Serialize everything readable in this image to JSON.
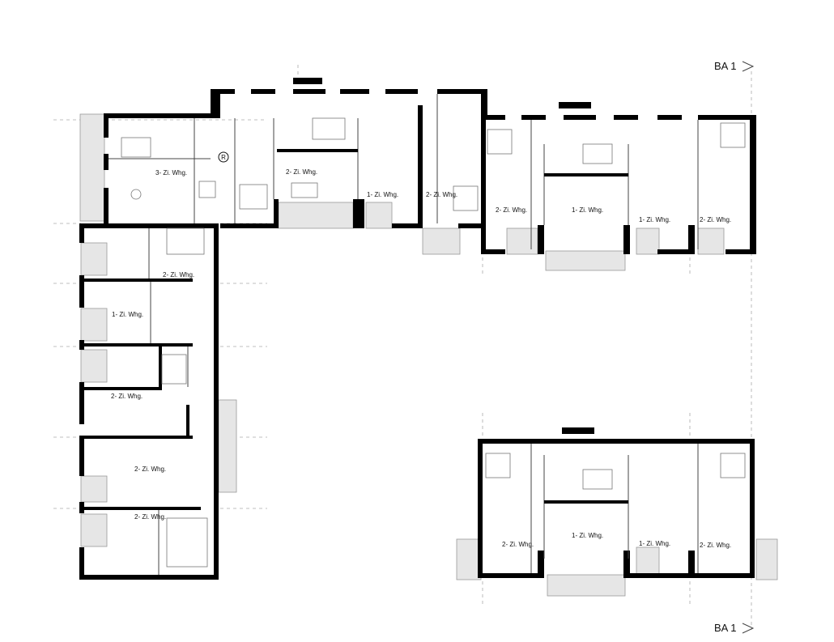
{
  "section_markers": {
    "top": "BA 1",
    "bottom": "BA 1"
  },
  "room_marker": "R",
  "units": {
    "u3zi": "3- Zi. Whg.",
    "n2zi_a": "2- Zi. Whg.",
    "n1zi_a": "1- Zi. Whg.",
    "n2zi_b": "2- Zi. Whg.",
    "e2zi_a": "2- Zi. Whg.",
    "e1zi_a": "1- Zi. Whg.",
    "e1zi_b": "1- Zi. Whg.",
    "e2zi_b": "2- Zi. Whg.",
    "w2zi_a": "2- Zi. Whg.",
    "w1zi": "1- Zi. Whg.",
    "w2zi_b": "2- Zi. Whg.",
    "w2zi_c": "2- Zi. Whg.",
    "w2zi_d": "2- Zi. Whg.",
    "s2zi_a": "2- Zi. Whg.",
    "s1zi_a": "1- Zi. Whg.",
    "s1zi_b": "1- Zi. Whg.",
    "s2zi_b": "2- Zi. Whg."
  }
}
